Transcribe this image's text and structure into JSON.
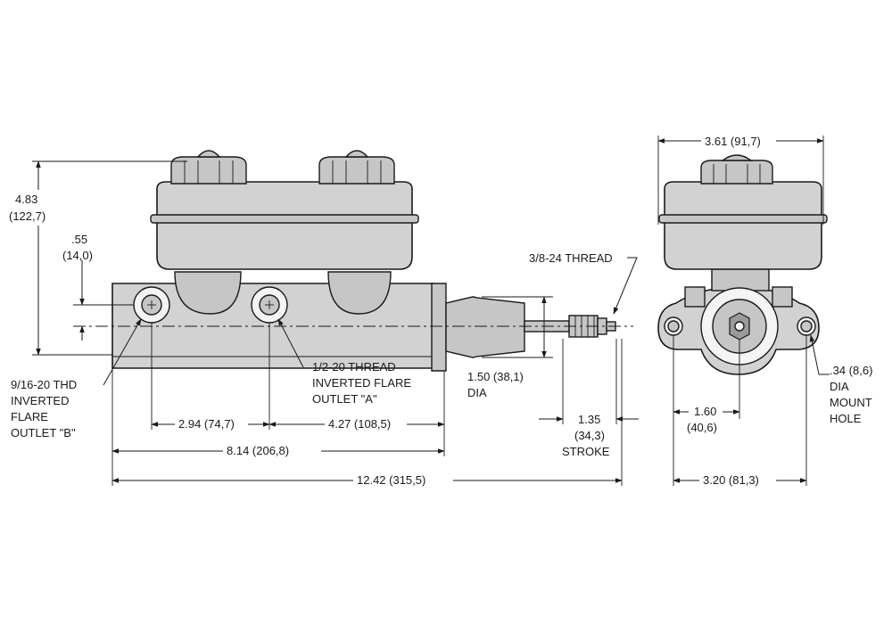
{
  "side_view": {
    "overall_height": {
      "in": "4.83",
      "mm": "(122,7)"
    },
    "port_offset": {
      "in": ".55",
      "mm": "(14,0)"
    },
    "outlet_b": [
      "9/16-20 THD",
      "INVERTED",
      "FLARE",
      "OUTLET \"B\""
    ],
    "outlet_a": [
      "1/2-20 THREAD",
      "INVERTED FLARE",
      "OUTLET \"A\""
    ],
    "thread_label": "3/8-24 THREAD",
    "bore_dia": [
      "1.50 (38,1)",
      "DIA"
    ],
    "stroke": [
      "1.35",
      "(34,3)",
      "STROKE"
    ],
    "dim_ports": "2.94 (74,7)",
    "dim_a_to_flange": "4.27 (108,5)",
    "dim_body": "8.14 (206,8)",
    "dim_overall": "12.42 (315,5)"
  },
  "end_view": {
    "width_top": "3.61 (91,7)",
    "half_mount": [
      "1.60",
      "(40,6)"
    ],
    "mount_spacing": "3.20 (81,3)",
    "mount_hole": [
      ".34 (8,6)",
      "DIA",
      "MOUNT",
      "HOLE"
    ]
  }
}
